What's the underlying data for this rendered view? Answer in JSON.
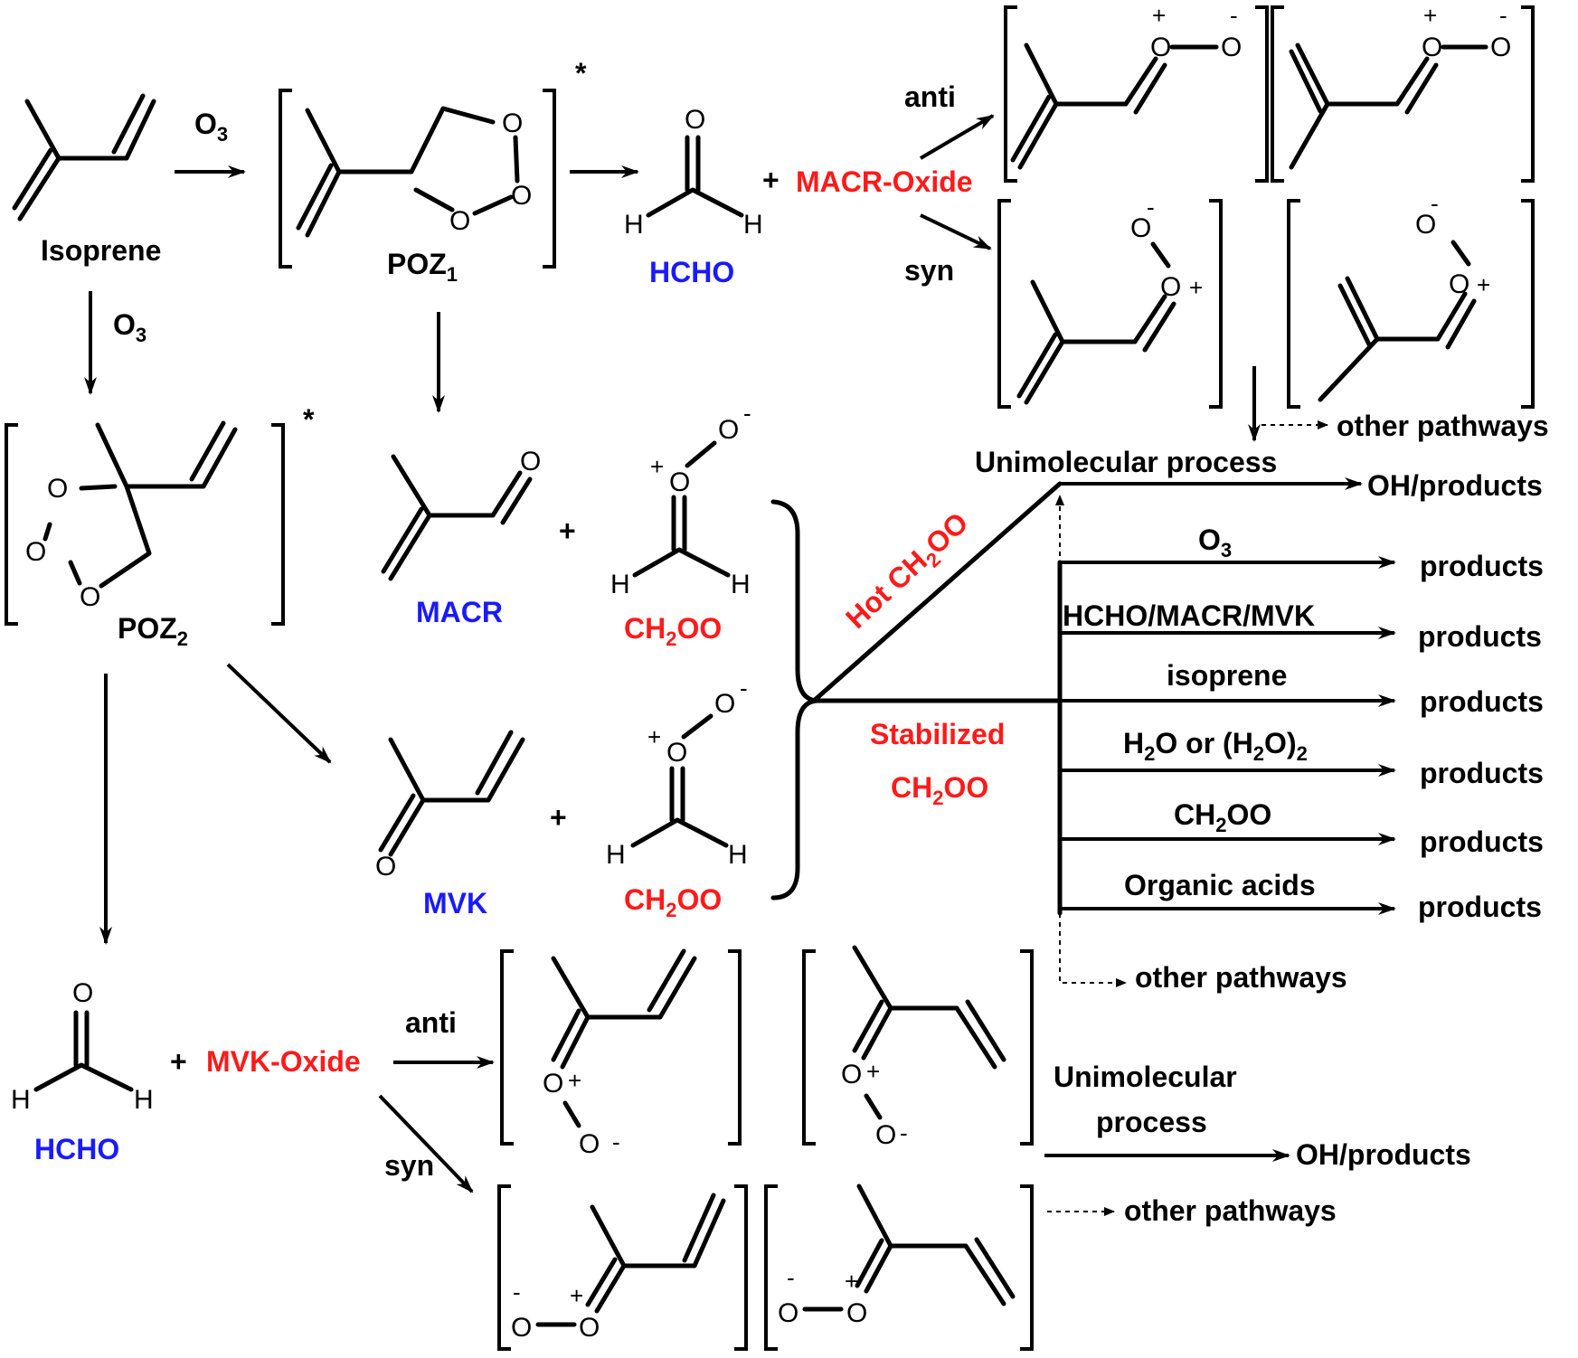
{
  "labels": {
    "isoprene": "Isoprene",
    "o3_a": "O",
    "o3_b": "O",
    "three": "3",
    "poz1_main": "POZ",
    "poz1_sub": "1",
    "poz2_main": "POZ",
    "poz2_sub": "2",
    "star": "*",
    "hcho": "HCHO",
    "macr": "MACR",
    "mvk": "MVK",
    "macr_oxide": "MACR-Oxide",
    "mvk_oxide": "MVK-Oxide",
    "anti": "anti",
    "syn": "syn",
    "plus": "+",
    "ch2oo_c": "CH",
    "ch2oo_2": "2",
    "ch2oo_oo": "OO",
    "hot_ch2oo_a": "Hot CH",
    "hot_ch2oo_2": "2",
    "hot_ch2oo_b": "OO",
    "stabilized": "Stabilized",
    "unimolecular_process": "Unimolecular process",
    "unimolecular": "Unimolecular",
    "process": "process",
    "oh_products": "OH/products",
    "products": "products",
    "other_pathways": "other pathways",
    "hcho_macr_mvk": "HCHO/MACR/MVK",
    "isoprene_lc": "isoprene",
    "h2o_a": "H",
    "h2o_2": "2",
    "h2o_b": "O or (H",
    "h2o_c": "2",
    "h2o_d": "O)",
    "h2o_e": "2",
    "organic_acids": "Organic acids",
    "atom_O": "O",
    "atom_H": "H",
    "minus": "-",
    "plus_charge": "+"
  },
  "colors": {
    "black": "#000000",
    "red": "#ff1a1a",
    "blue": "#1a1aff"
  }
}
